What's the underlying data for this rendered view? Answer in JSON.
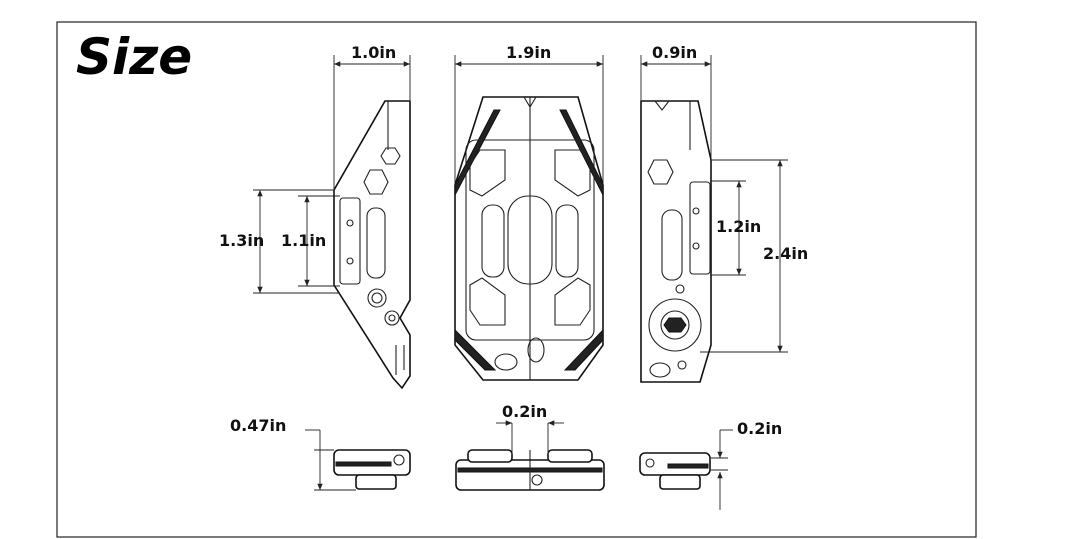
{
  "title": "Size",
  "dimensions": {
    "side_width": "1.0in",
    "front_width": "1.9in",
    "back_width": "0.9in",
    "side_slot_outer": "1.3in",
    "side_slot_inner": "1.1in",
    "back_slot": "1.2in",
    "back_height": "2.4in",
    "thickness": "0.47in",
    "center_gap": "0.2in",
    "back_thickness": "0.2in"
  }
}
